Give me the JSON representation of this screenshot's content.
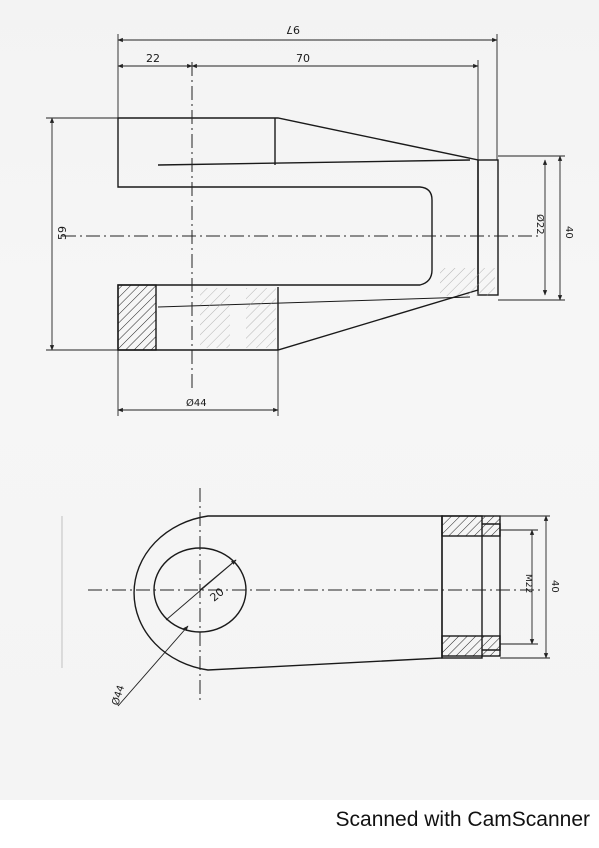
{
  "drawing": {
    "top_view": {
      "overall_length": "97",
      "eye_offset": "22",
      "shank_length": "70",
      "height": "59",
      "eye_diameter": "Ø44",
      "shank_diameter": "Ø22",
      "end_height": "40"
    },
    "bottom_view": {
      "hole_radius": "20",
      "eye_diameter": "Ø44",
      "thread": "M22",
      "end_height": "40"
    }
  },
  "footer": {
    "text": "Scanned with CamScanner"
  }
}
